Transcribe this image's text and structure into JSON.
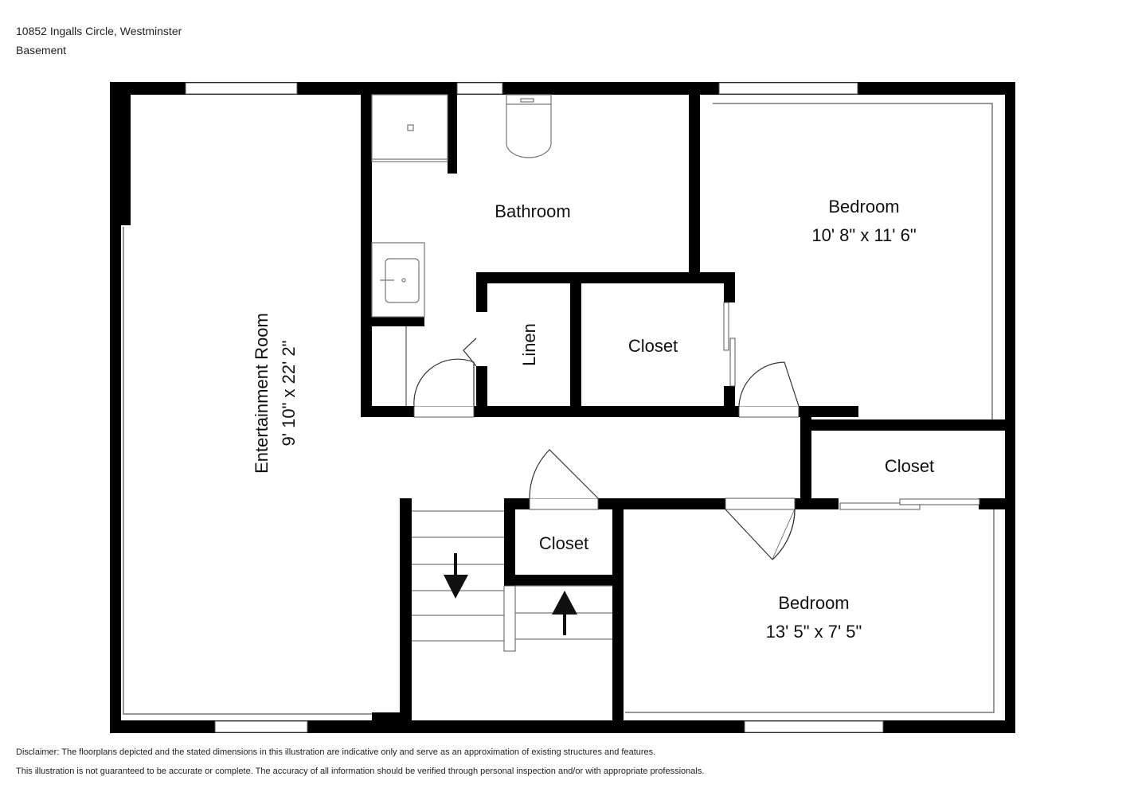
{
  "header": {
    "address": "10852 Ingalls Circle, Westminster",
    "level": "Basement"
  },
  "rooms": {
    "bathroom": {
      "name": "Bathroom"
    },
    "bedroom_upper": {
      "name": "Bedroom",
      "dims": "10' 8\" x 11' 6\""
    },
    "linen": {
      "name": "Linen"
    },
    "closet_center": {
      "name": "Closet"
    },
    "closet_right": {
      "name": "Closet"
    },
    "closet_stairs": {
      "name": "Closet"
    },
    "entertainment": {
      "name": "Entertainment Room",
      "dims": "9' 10\" x 22' 2\""
    },
    "bedroom_lower": {
      "name": "Bedroom",
      "dims": "13' 5\" x 7' 5\""
    }
  },
  "disclaimer": {
    "line1": "Disclaimer: The floorplans depicted and the stated dimensions in this illustration are indicative only and serve as an approximation of existing structures and features.",
    "line2": "This illustration is not guaranteed to be accurate or complete. The accuracy of all information should be verified through personal inspection and/or with appropriate professionals."
  }
}
